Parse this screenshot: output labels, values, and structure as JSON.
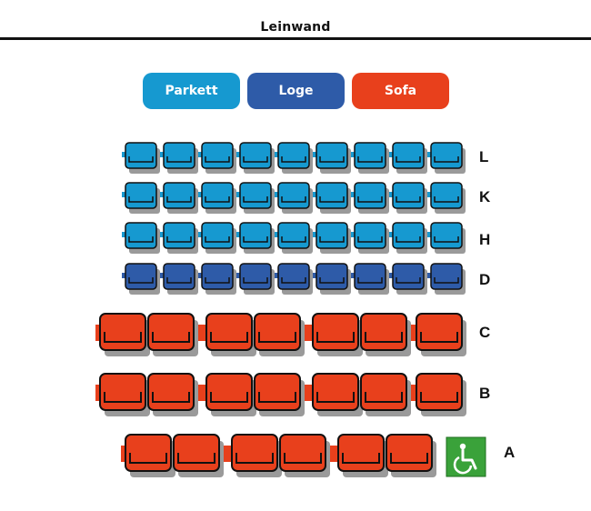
{
  "screen": {
    "label": "Leinwand"
  },
  "legend": [
    {
      "key": "parkett",
      "label": "Parkett",
      "color": "#1699d0"
    },
    {
      "key": "loge",
      "label": "Loge",
      "color": "#2e5ba8"
    },
    {
      "key": "sofa",
      "label": "Sofa",
      "color": "#e8401c"
    }
  ],
  "rows": [
    {
      "label": "L",
      "type": "parkett",
      "seats": 9
    },
    {
      "label": "K",
      "type": "parkett",
      "seats": 9
    },
    {
      "label": "H",
      "type": "parkett",
      "seats": 9
    },
    {
      "label": "D",
      "type": "loge",
      "seats": 9
    },
    {
      "label": "C",
      "type": "sofa",
      "seats": 7
    },
    {
      "label": "B",
      "type": "sofa",
      "seats": 7
    },
    {
      "label": "A",
      "type": "sofa",
      "seats": 6,
      "wheelchair": true
    }
  ],
  "colors": {
    "parkett": "#1699d0",
    "loge": "#2e5ba8",
    "sofa": "#e8401c",
    "wheelchair": "#3aa23a",
    "seat_outline": "#111111",
    "seat_shadow": "#9a9a9a"
  },
  "icons": {
    "wheelchair": "wheelchair-icon"
  }
}
